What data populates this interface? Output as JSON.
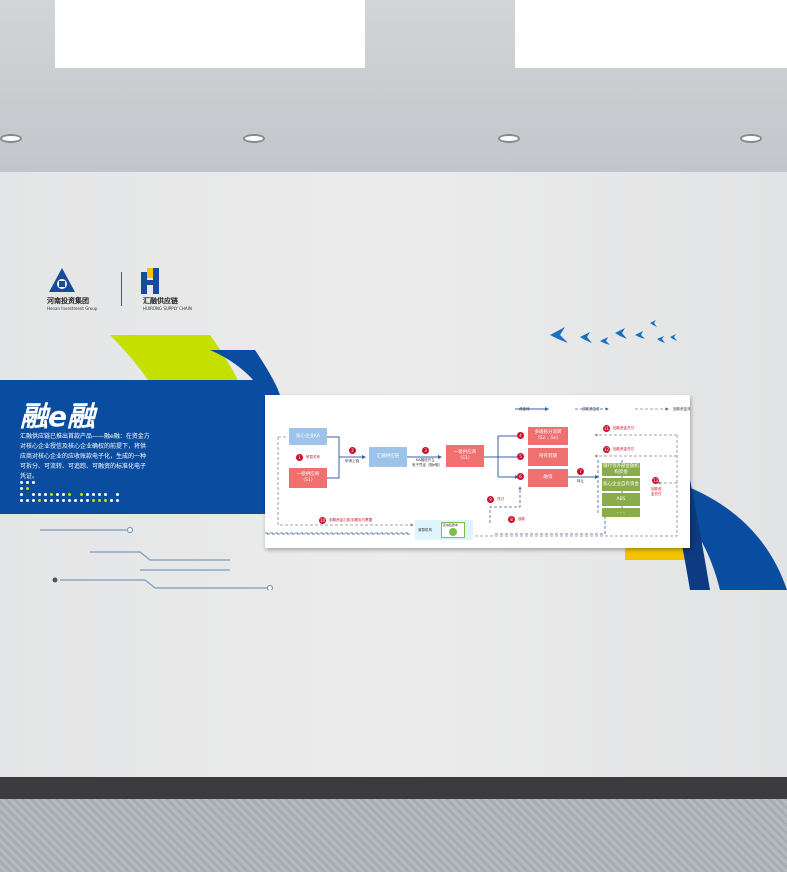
{
  "logos": {
    "henan": {
      "name": "河南投资集团",
      "en": "Henan Investment Group"
    },
    "huirong": {
      "name": "汇融供应链",
      "en": "HUIRONG SUPPLY CHAIN"
    }
  },
  "product": {
    "title": "融e融",
    "description": "汇融供应链已推出首款产品——融e融：在资金方对核心企业授信及核心企业确权的前提下，将供应商对核心企业的应收账款电子化，生成的一种可拆分、可流转、可追踪、可融资的标准化电子凭证。"
  },
  "legend": {
    "fund_flow": "资金流",
    "loan_flow": "放款资金流",
    "repay_flow": "回款资金流"
  },
  "flow": {
    "ka": "核心企业KA",
    "s1_left": "一级供应商（S1）",
    "platform": "汇融供应链",
    "s1_mid": "一级供应商（S1）",
    "split": "多级拆分流转（S2....Sn）",
    "hold": "持有到期",
    "finance": "融资",
    "funders": [
      "银行等外部金融机构资金",
      "核心企业自有资金",
      "ABS",
      "……"
    ],
    "clearing": "清算机构",
    "ledger": "区块链账本",
    "steps": {
      "1": "贸易关系",
      "2": "申请上链",
      "3a": "KA融信开立",
      "3b": "电子凭证（融e融）",
      "7": "转让",
      "8": "放款",
      "9": "兑付",
      "10": "到期资金汇款/到期支付票据",
      "11": "回款资金兑付",
      "12": "回款资金兑付",
      "13": "回款资金兑付"
    }
  },
  "colors": {
    "blue": "#0a4da0",
    "lime": "#c5e000",
    "yellow": "#f5c400",
    "red": "#f07070"
  }
}
